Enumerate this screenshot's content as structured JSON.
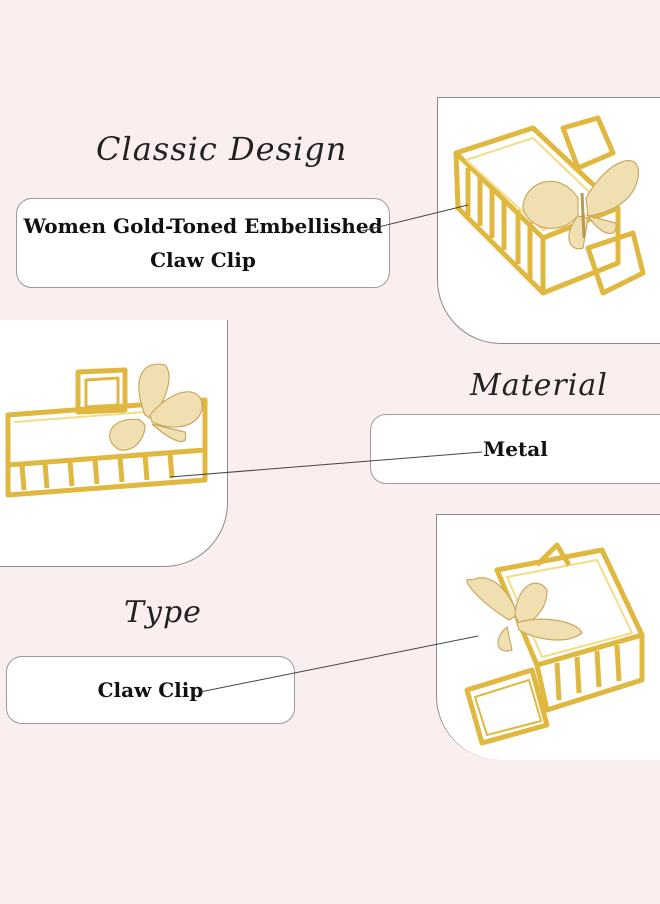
{
  "sections": [
    {
      "heading": "Classic Design",
      "value": "Women Gold-Toned Embellished\nClaw Clip"
    },
    {
      "heading": "Material",
      "value": "Metal"
    },
    {
      "heading": "Type",
      "value": "Claw Clip"
    }
  ],
  "colors": {
    "background": "#fbeeee",
    "gold": "#e0b840",
    "gold_light": "#f3dd86",
    "butterfly": "#f0dfb0"
  }
}
